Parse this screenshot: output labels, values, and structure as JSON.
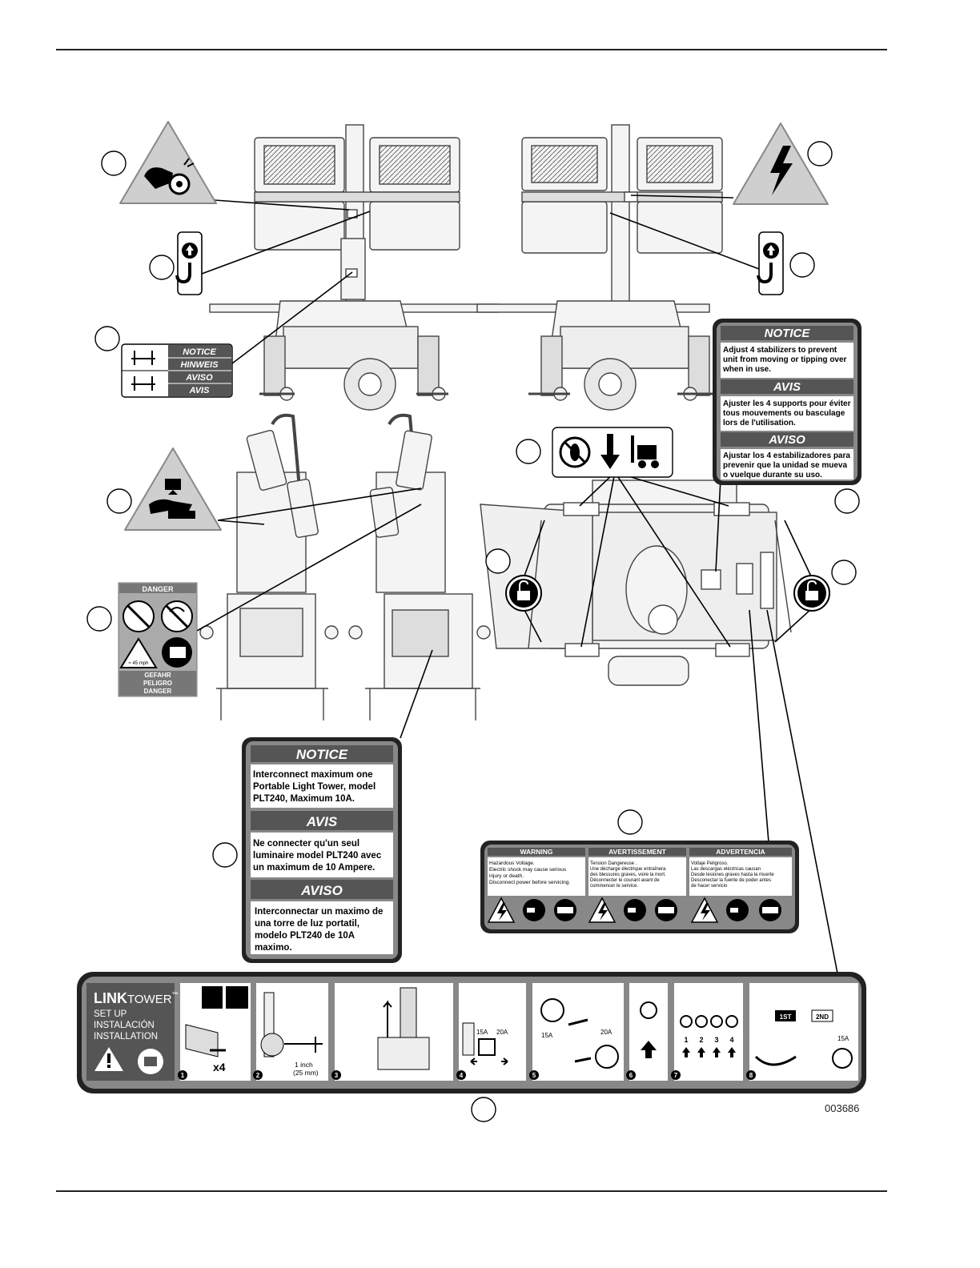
{
  "figure_id": "003686",
  "labels": {
    "notice_small": [
      "NOTICE",
      "HINWEIS",
      "AVISO",
      "AVIS"
    ],
    "danger_sticker": {
      "top": "DANGER",
      "bottom": [
        "GEFAHR",
        "PELIGRO",
        "DANGER"
      ],
      "wind": "≈ 45 mph"
    },
    "notice_stabilizers": {
      "h1": "NOTICE",
      "t1": [
        "Adjust 4 stabilizers to prevent",
        "unit from moving or tipping over",
        "when in use."
      ],
      "h2": "AVIS",
      "t2": [
        "Ajuster les 4 supports pour éviter",
        "tous mouvements ou basculage",
        "lors de l'utilisation."
      ],
      "h3": "AVISO",
      "t3": [
        "Ajustar los 4 estabilizadores para",
        "prevenir que la unidad se mueva",
        "o vuelque durante su uso."
      ]
    },
    "notice_interconnect": {
      "h1": "NOTICE",
      "t1": [
        "Interconnect maximum one",
        "Portable Light Tower, model",
        "PLT240, Maximum 10A."
      ],
      "h2": "AVIS",
      "t2": [
        "Ne connecter qu'un seul",
        "luminaire model PLT240 avec",
        "un maximum de 10 Ampere."
      ],
      "h3": "AVISO",
      "t3": [
        "Interconnectar un maximo de",
        "una torre de luz portatil,",
        "modelo PLT240 de 10A",
        "maximo."
      ]
    },
    "warning_voltage": [
      {
        "head": "WARNING",
        "lines": [
          "Hazardous Voltage.",
          "Electric shock may cause serious",
          "injury or death.",
          "Disconnect power before servicing."
        ]
      },
      {
        "head": "AVERTISSEMENT",
        "lines": [
          "Tension Dangereuse .",
          "Une décharge électrique entraînera",
          "des blessures graves, voire la mort.",
          "Déconnecter le courant avant de",
          "commencer le service."
        ]
      },
      {
        "head": "ADVERTENCIA",
        "lines": [
          "Voltaje Peligroso.",
          "Las descargas eléctricas causan",
          "Desde lesiones graves hasta la muerte",
          "Desconectar la fuente de poder antes",
          "de hacer servicio"
        ]
      }
    ],
    "linktower": {
      "brand_bold": "LINK",
      "brand_light": "TOWER",
      "tm": "™",
      "lines": [
        "SET UP",
        "INSTALACIÓN",
        "INSTALLATION"
      ],
      "x4": "x4",
      "inch": "1 inch",
      "mm": "(25 mm)",
      "a15": "15A",
      "a20": "20A",
      "circuits": [
        "1",
        "2",
        "3",
        "4"
      ],
      "first": "1ST",
      "second": "2ND",
      "steps": [
        "1",
        "2",
        "3",
        "4",
        "5",
        "6",
        "7",
        "8"
      ]
    }
  }
}
